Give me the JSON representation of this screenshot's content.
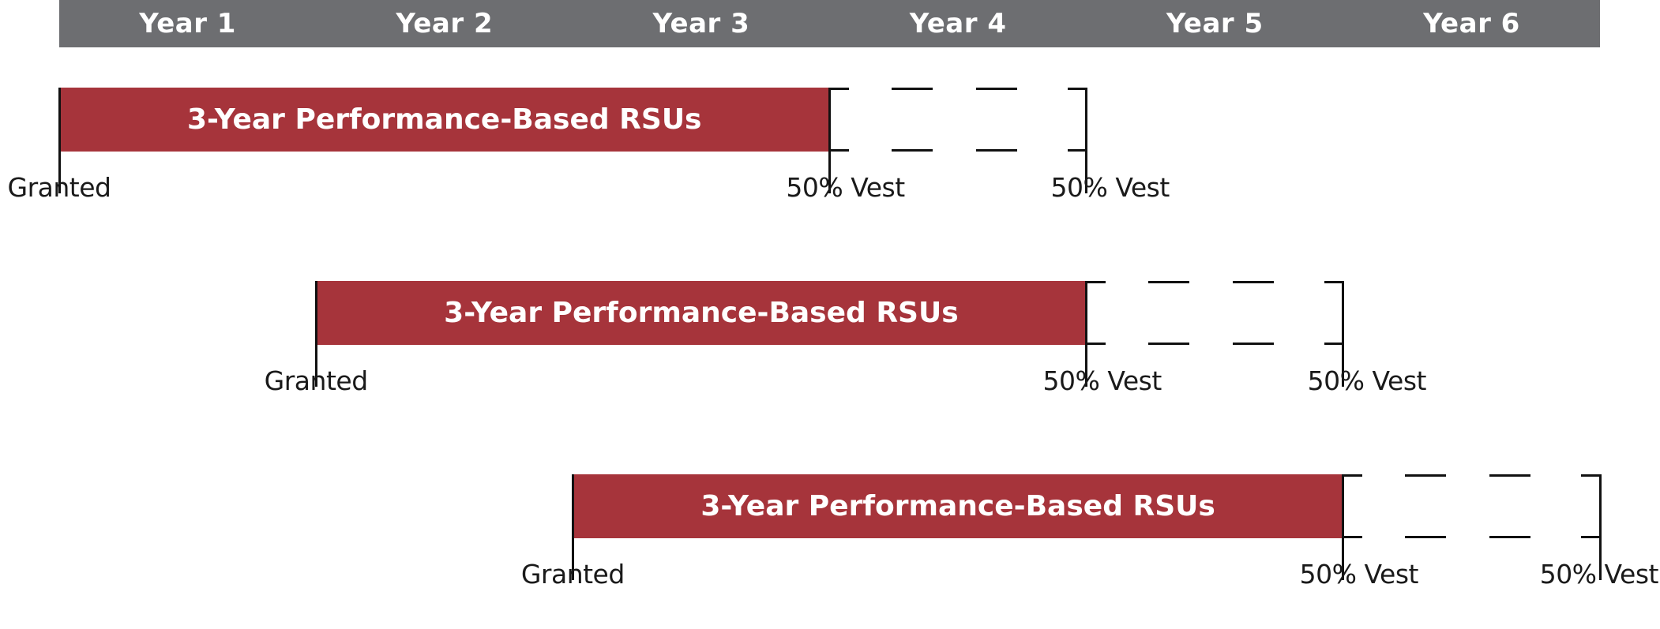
{
  "years": [
    "Year 1",
    "Year 2",
    "Year 3",
    "Year 4",
    "Year 5",
    "Year 6"
  ],
  "grants": [
    {
      "bar_label": "3-Year Performance-Based RSUs",
      "start_year": 0,
      "performance_years": 3,
      "extended_years": 1,
      "granted_label": "Granted",
      "vest_labels": [
        "50% Vest",
        "50% Vest"
      ]
    },
    {
      "bar_label": "3-Year Performance-Based RSUs",
      "start_year": 1,
      "performance_years": 3,
      "extended_years": 1,
      "granted_label": "Granted",
      "vest_labels": [
        "50% Vest",
        "50% Vest"
      ]
    },
    {
      "bar_label": "3-Year Performance-Based RSUs",
      "start_year": 2,
      "performance_years": 3,
      "extended_years": 1,
      "granted_label": "Granted",
      "vest_labels": [
        "50% Vest",
        "50% Vest"
      ]
    }
  ],
  "colors": {
    "header": "#6d6e71",
    "bar": "#a6343b",
    "line": "#111111"
  }
}
